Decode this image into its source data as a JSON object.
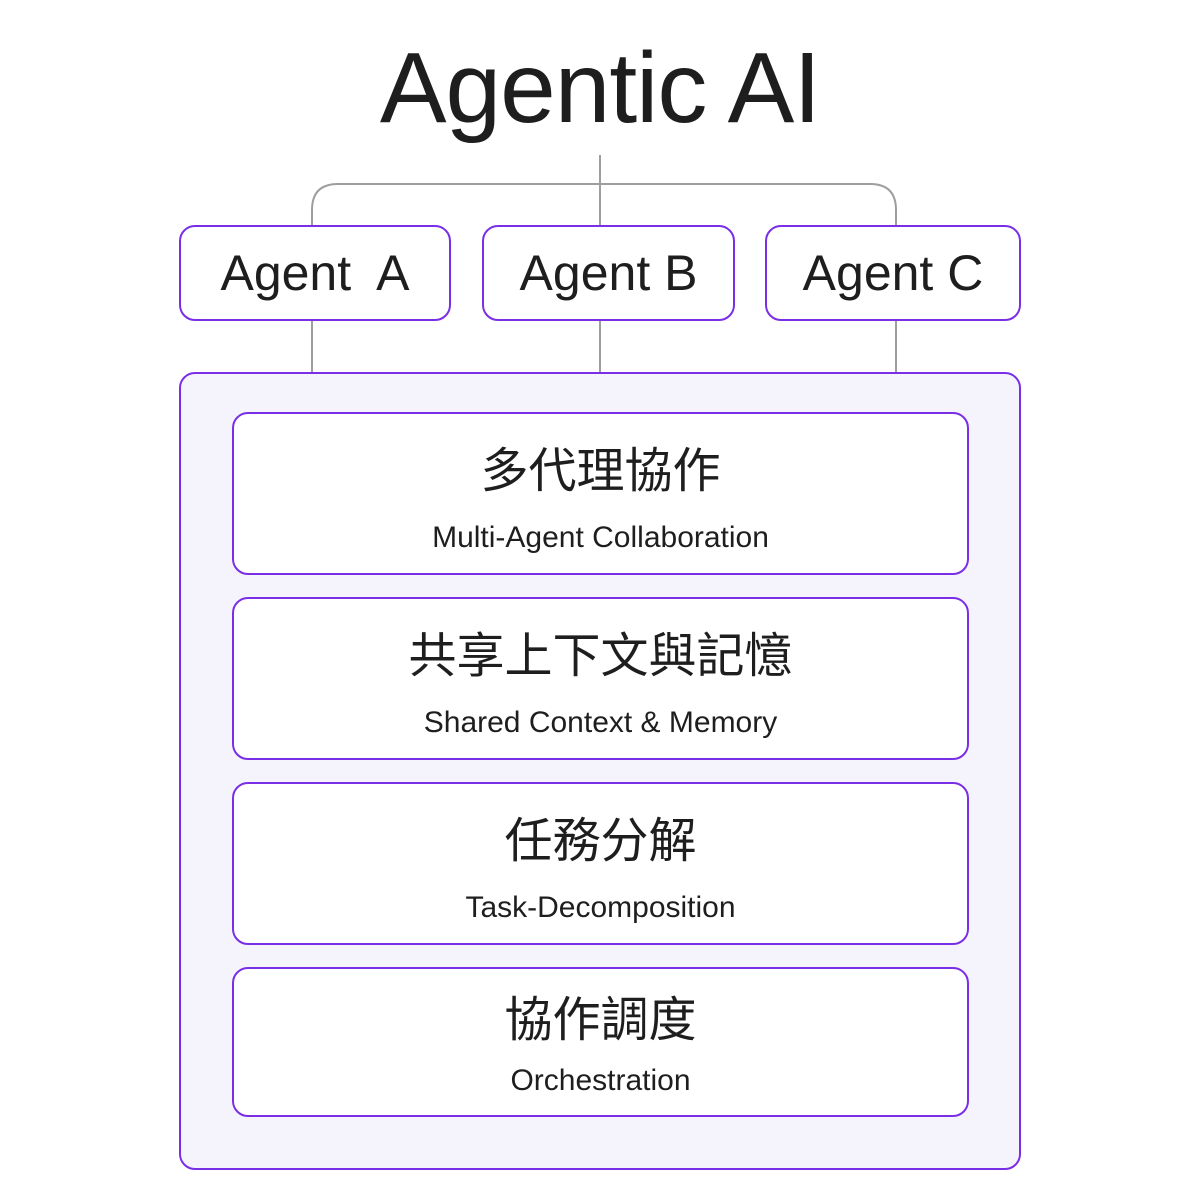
{
  "title": "Agentic AI",
  "agents": [
    "Agent  A",
    "Agent B",
    "Agent C"
  ],
  "layers": [
    {
      "zh": "多代理協作",
      "en": "Multi-Agent Collaboration"
    },
    {
      "zh": "共享上下文與記憶",
      "en": "Shared Context & Memory"
    },
    {
      "zh": "任務分解",
      "en": "Task-Decomposition"
    },
    {
      "zh": "協作調度",
      "en": "Orchestration"
    }
  ],
  "colors": {
    "border": "#7a2ee6",
    "container_fill": "#f5f4fd",
    "connector": "#9e9e9e",
    "text": "#1e1e1e"
  }
}
